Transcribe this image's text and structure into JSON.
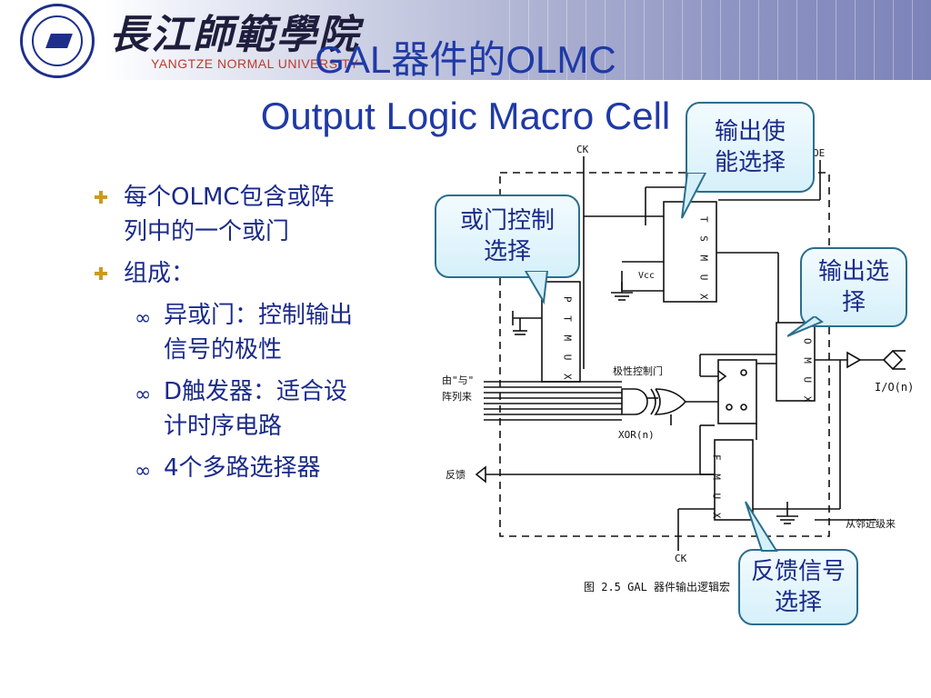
{
  "header": {
    "school_name_cn": "長江師範學院",
    "school_name_en": "YANGTZE NORMAL UNIVERSITY"
  },
  "title": {
    "line1": "GAL器件的OLMC",
    "line2": "Output Logic Macro Cell"
  },
  "bullets": [
    {
      "level": 1,
      "text_line1": "每个OLMC包含或阵",
      "text_line2": "列中的一个或门"
    },
    {
      "level": 1,
      "text_line1": "组成："
    },
    {
      "level": 2,
      "text_line1": "异或门：控制输出",
      "text_line2": "信号的极性"
    },
    {
      "level": 2,
      "text_line1": "D触发器：适合设",
      "text_line2": "计时序电路"
    },
    {
      "level": 2,
      "text_line1": "4个多路选择器"
    }
  ],
  "diagram": {
    "label_ck_top": "CK",
    "label_oe": "OE",
    "label_vcc": "Vcc",
    "label_tsmux": "T S M U X",
    "label_ptmux": "P T M U X",
    "label_omux": "O M U X",
    "label_fmux": "F M U X",
    "label_polarity_gate": "极性控制门",
    "label_from_array_1": "由\"与\"",
    "label_from_array_2": "阵列来",
    "label_xor": "XOR(n)",
    "label_io": "I/O(n)",
    "label_feedback": "反馈",
    "label_from_neighbor": "从邻近级来",
    "label_ck_bottom": "CK",
    "caption": "图 2.5   GAL 器件输出逻辑宏"
  },
  "callouts": {
    "output_enable": "输出使能选择",
    "or_gate_control": "或门控制选择",
    "output_select": "输出选择",
    "feedback_select": "反馈信号选择"
  },
  "colors": {
    "title_blue": "#1f3aa6",
    "bullet_text": "#1a2a8a",
    "bullet_marker": "#cc9a1c",
    "callout_border": "#2a6e8e"
  }
}
